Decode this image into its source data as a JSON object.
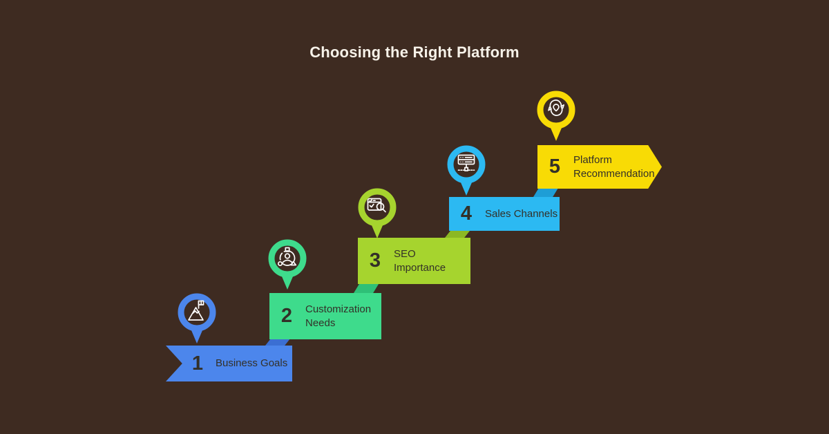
{
  "title": "Choosing the Right Platform",
  "palette": {
    "background": "#3E2B21",
    "title_text": "#F7F2E9",
    "step_text": "#333028",
    "icon_stroke": "#FFFFFF",
    "step1": "#4C86EC",
    "step1_dark": "#3B6FD3",
    "step2": "#3EDB8C",
    "step2_dark": "#2EC077",
    "step3": "#A6D42E",
    "step3_dark": "#8CB823",
    "step4": "#2CB9F2",
    "step4_dark": "#1E9ED6",
    "step5": "#F8DB05"
  },
  "steps": [
    {
      "number": "1",
      "label": "Business Goals",
      "icon": "mountain-flag-icon",
      "color": "#4C86EC"
    },
    {
      "number": "2",
      "label": "Customization\nNeeds",
      "icon": "user-customization-icon",
      "color": "#3EDB8C"
    },
    {
      "number": "3",
      "label": "SEO\nImportance",
      "icon": "browser-seo-search-icon",
      "color": "#A6D42E"
    },
    {
      "number": "4",
      "label": "Sales Channels",
      "icon": "server-stack-icon",
      "color": "#2CB9F2"
    },
    {
      "number": "5",
      "label": "Platform\nRecommendation",
      "icon": "chat-bubbles-pin-icon",
      "color": "#F8DB05"
    }
  ]
}
